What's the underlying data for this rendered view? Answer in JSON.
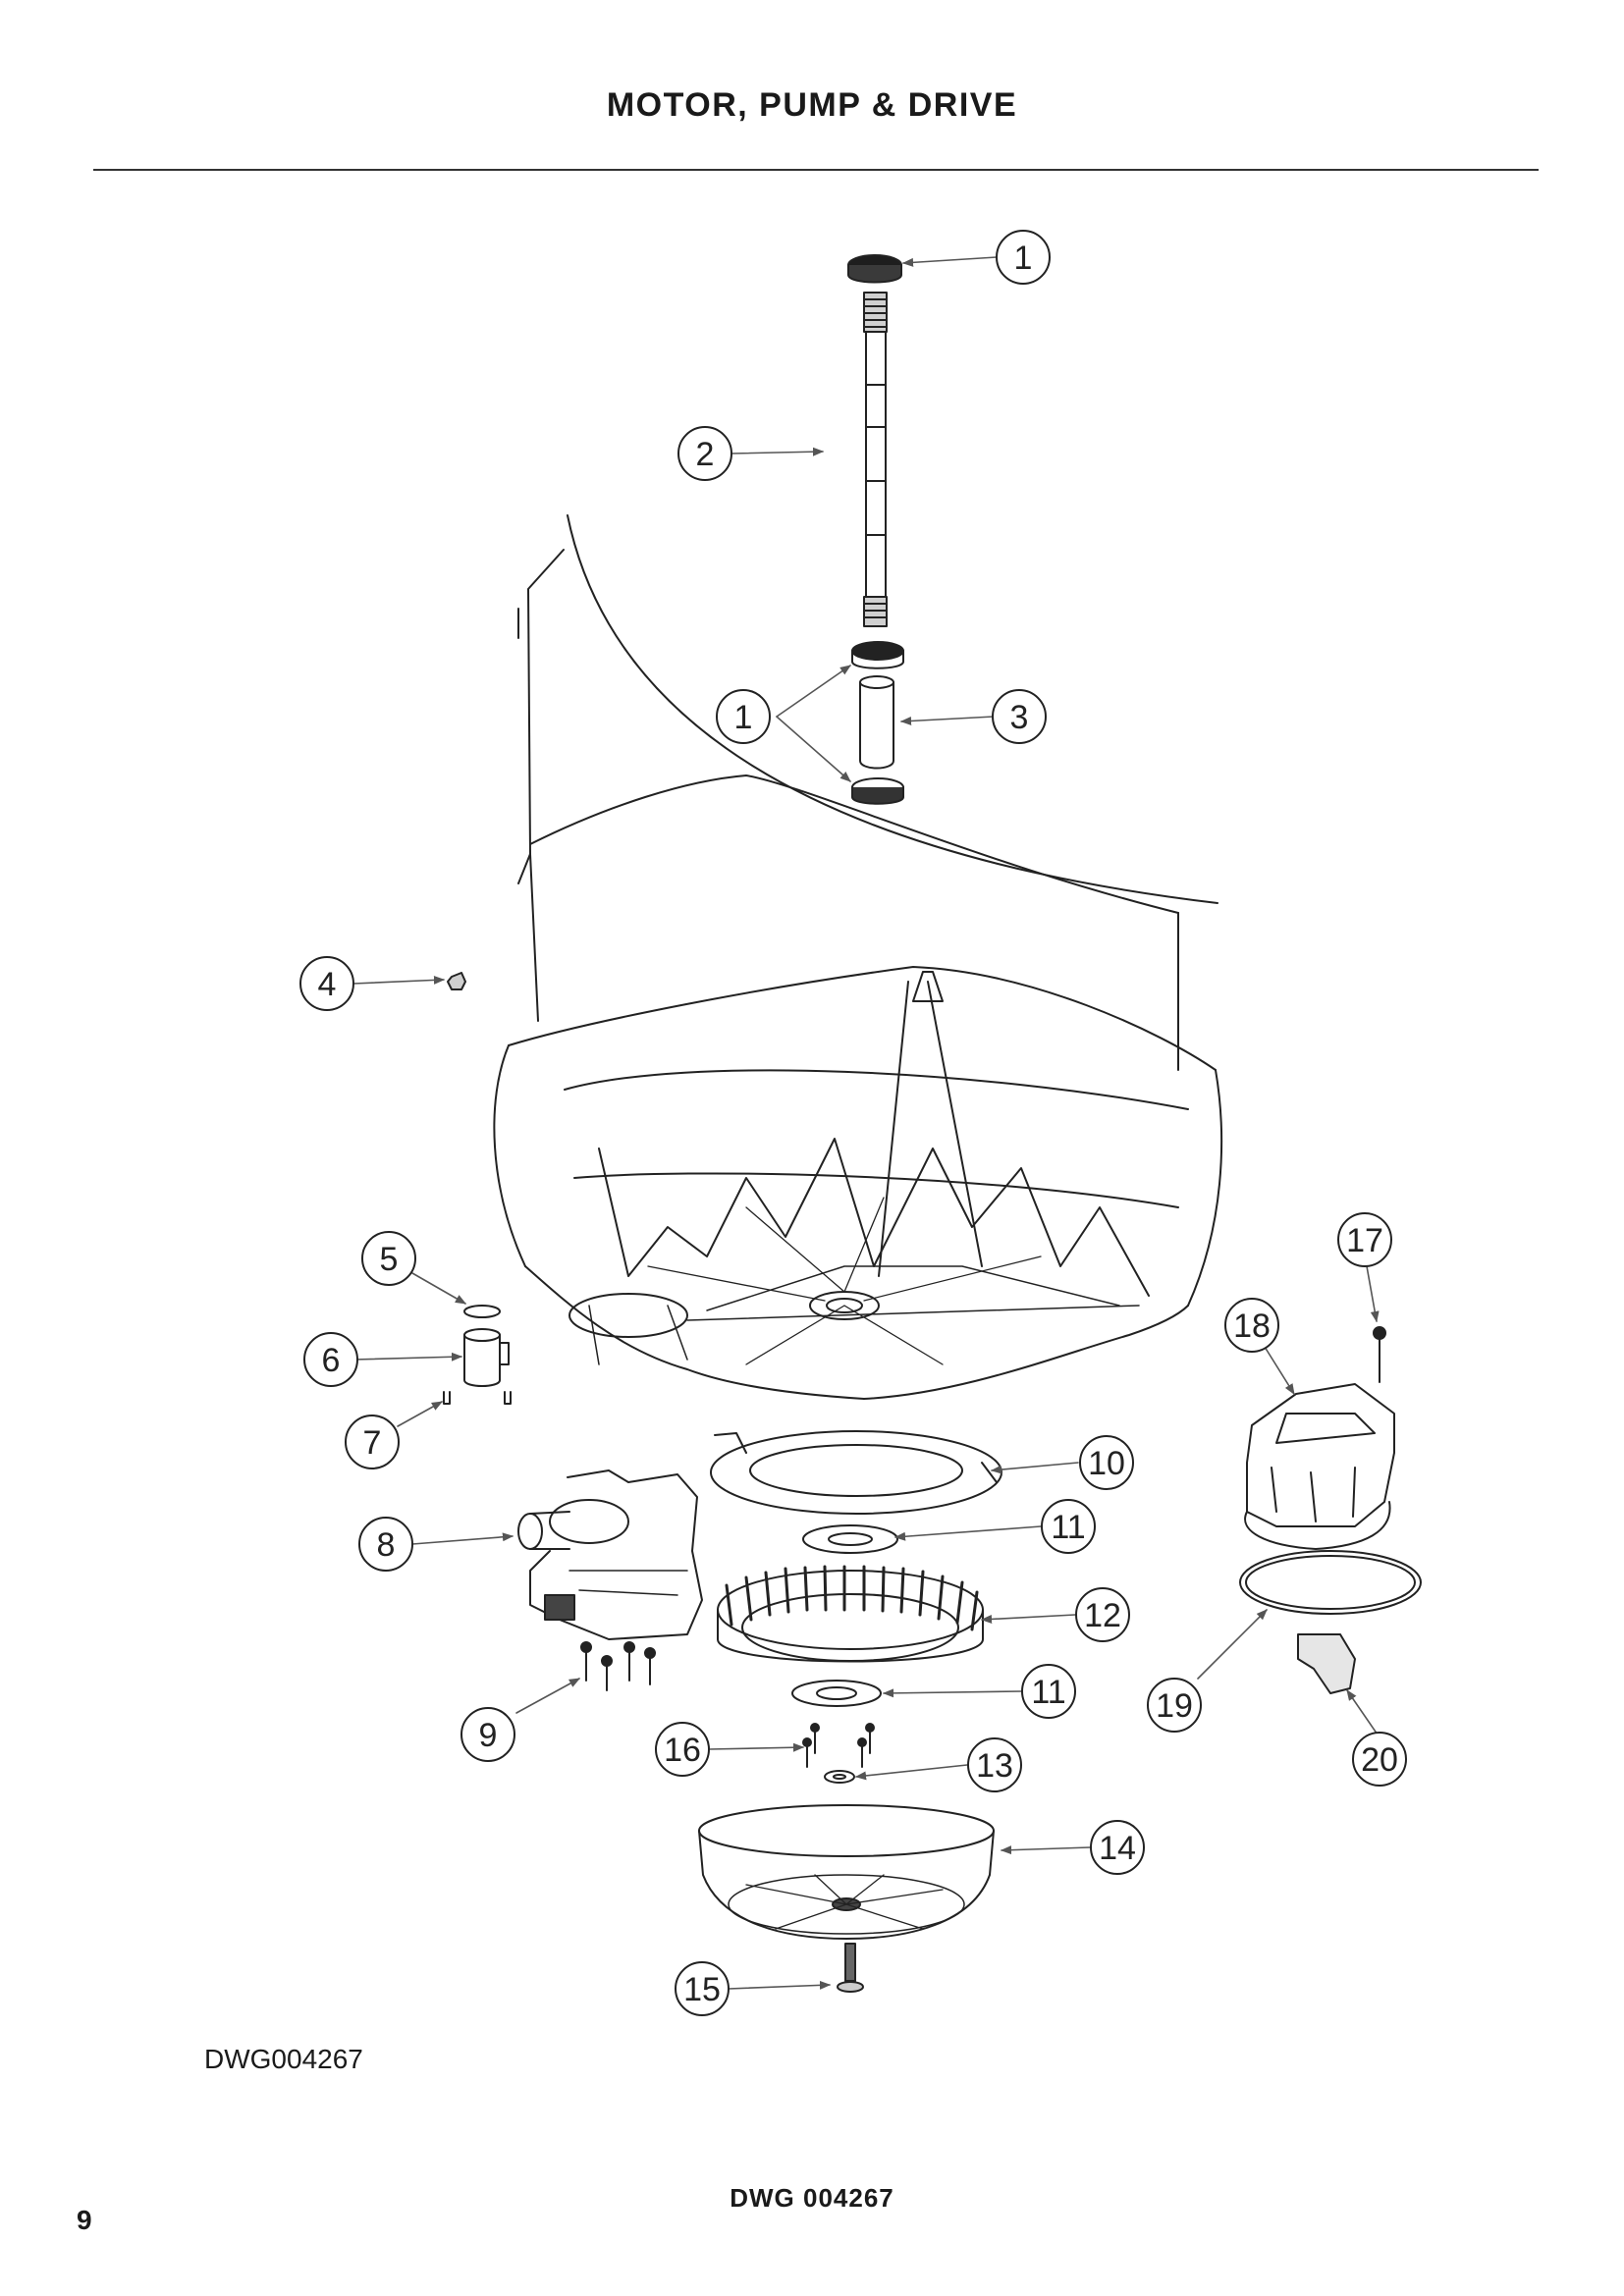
{
  "header": {
    "title": "MOTOR, PUMP & DRIVE"
  },
  "diagram": {
    "callouts": [
      {
        "id": "c1a",
        "label": "1"
      },
      {
        "id": "c2",
        "label": "2"
      },
      {
        "id": "c1b",
        "label": "1"
      },
      {
        "id": "c3",
        "label": "3"
      },
      {
        "id": "c4",
        "label": "4"
      },
      {
        "id": "c5",
        "label": "5"
      },
      {
        "id": "c6",
        "label": "6"
      },
      {
        "id": "c7",
        "label": "7"
      },
      {
        "id": "c8",
        "label": "8"
      },
      {
        "id": "c9",
        "label": "9"
      },
      {
        "id": "c10",
        "label": "10"
      },
      {
        "id": "c11a",
        "label": "11"
      },
      {
        "id": "c12",
        "label": "12"
      },
      {
        "id": "c11b",
        "label": "11"
      },
      {
        "id": "c13",
        "label": "13"
      },
      {
        "id": "c14",
        "label": "14"
      },
      {
        "id": "c15",
        "label": "15"
      },
      {
        "id": "c16",
        "label": "16"
      },
      {
        "id": "c17",
        "label": "17"
      },
      {
        "id": "c18",
        "label": "18"
      },
      {
        "id": "c19",
        "label": "19"
      },
      {
        "id": "c20",
        "label": "20"
      }
    ]
  },
  "drawing_ref": "DWG004267",
  "footer": {
    "code": "DWG 004267",
    "page_number": "9"
  }
}
